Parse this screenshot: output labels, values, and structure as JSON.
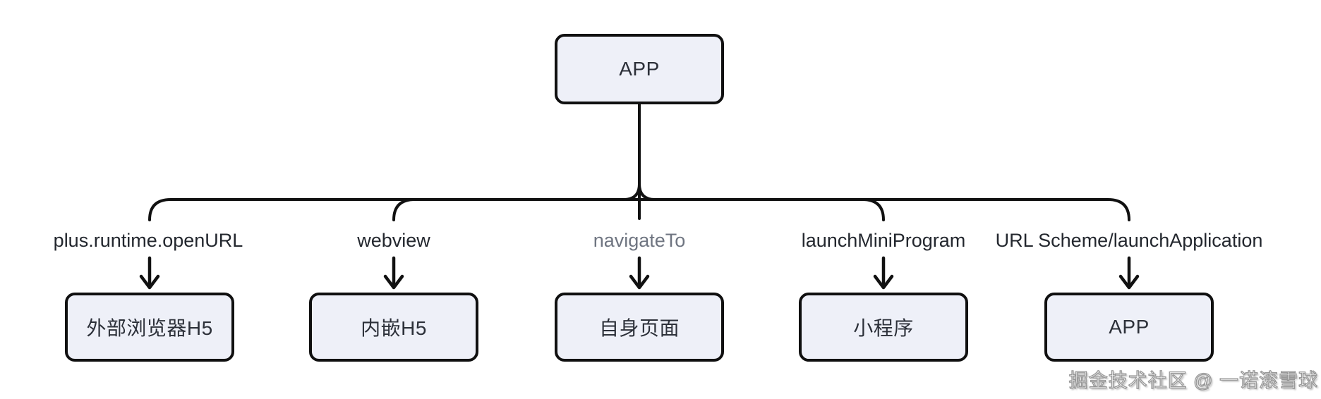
{
  "diagram": {
    "root": {
      "label": "APP"
    },
    "branches": [
      {
        "edge_label": "plus.runtime.openURL",
        "node_label": "外部浏览器H5"
      },
      {
        "edge_label": "webview",
        "node_label": "内嵌H5"
      },
      {
        "edge_label": "navigateTo",
        "node_label": "自身页面"
      },
      {
        "edge_label": "launchMiniProgram",
        "node_label": "小程序"
      },
      {
        "edge_label": "URL Scheme/launchApplication",
        "node_label": "APP"
      }
    ],
    "colors": {
      "background": "#ffffff",
      "node_fill": "#eef0f8",
      "node_border": "#101010",
      "edge_line": "#111111",
      "edge_label_dark": "#23272e",
      "edge_label_muted": "#6f7581",
      "node_text": "#2c3039",
      "watermark_fill": "#ffffff",
      "watermark_outline": "#989898"
    }
  },
  "watermark": {
    "text": "掘金技术社区 @ 一诺滚雪球"
  }
}
